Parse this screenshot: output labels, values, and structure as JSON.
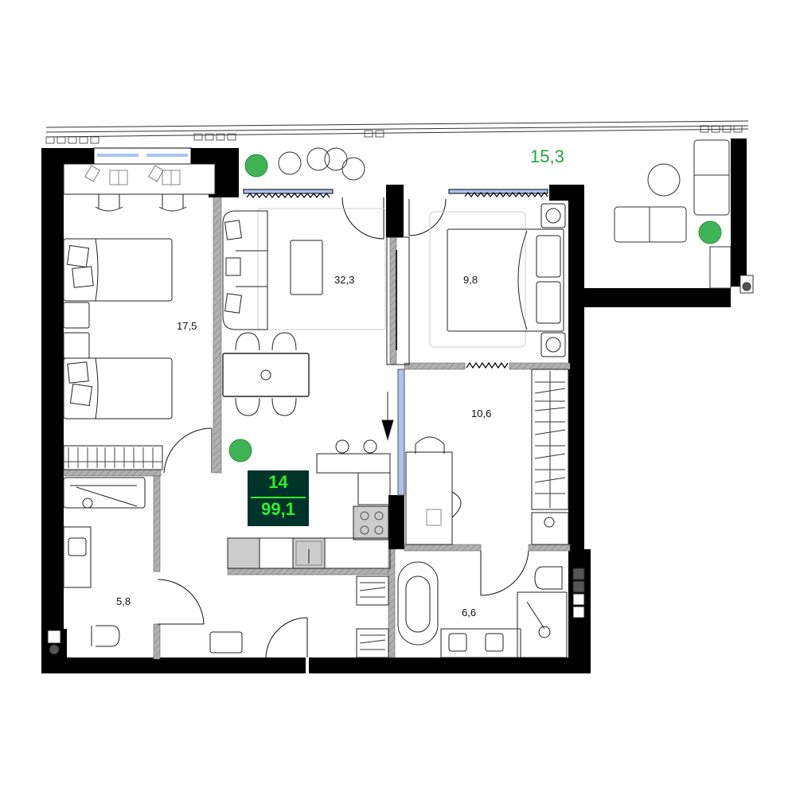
{
  "plan": {
    "type": "apartment-floor-plan",
    "colors": {
      "wall": "#000000",
      "partition": "#9a9a9a",
      "line": "#222222",
      "glass": "#a9c4ee",
      "plant": "#1ea83a",
      "badge_bg": "#00332a",
      "badge_text": "#2df02a",
      "balcony_label": "#1ea83a"
    },
    "badge": {
      "apartment_number": "14",
      "total_area": "99,1"
    },
    "rooms": [
      {
        "id": "bedroom-children",
        "area": "17,5"
      },
      {
        "id": "living-kitchen",
        "area": "32,3"
      },
      {
        "id": "bedroom-master",
        "area": "9,8"
      },
      {
        "id": "study",
        "area": "10,6"
      },
      {
        "id": "bathroom-left",
        "area": "5,8"
      },
      {
        "id": "bathroom-right",
        "area": "6,6"
      },
      {
        "id": "balcony",
        "area": "15,3"
      }
    ],
    "entrance_arrow": "arrow-down-icon"
  }
}
